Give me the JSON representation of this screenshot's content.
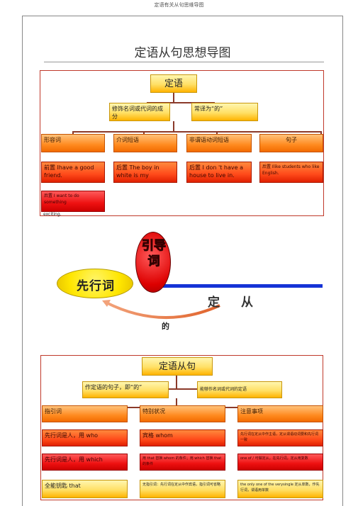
{
  "header": {
    "text": "定语有关从句思维导图"
  },
  "document": {
    "title": "定语从句思想导图"
  },
  "map1": {
    "root": "定语",
    "level1": [
      "修饰名词或代词的成分",
      "常译为“的”"
    ],
    "categories": [
      "形容词",
      "介词短语",
      "非谓语动词短语",
      "句子"
    ],
    "details": [
      "前置 Ihave a good friend.",
      "后置 The boy in white is my",
      "后置 I don 't have a house to live in.",
      "后置 Ilike students who like English."
    ],
    "extra_detail": "后置 I want to do something",
    "extra_overflow": "exciting."
  },
  "middle": {
    "yindaoci": "引导词",
    "xianxingci": "先行词",
    "dingcong": "定从",
    "de": "的"
  },
  "map2": {
    "root": "定语从句",
    "level1": [
      "作定语的句子，即“的”",
      "能够作名词或代词的定语"
    ],
    "categories": [
      "指引词",
      "特别状况",
      "注意事项"
    ],
    "rows": [
      [
        "先行词是人，用 who",
        "宾格 whom",
        "先行词在定从中作主语，定从谓语动词要和先行词一致"
      ],
      [
        "先行词是人，用 which",
        "用 that 替换 whom 的条件；用 which 替换 that 的条件",
        "one of / 可做定从，在先行词，定从用复数"
      ],
      [
        "全能钥匙 that",
        "无指引词：先行词在定从中作宾语，指引词可省略",
        "the only one of the  verysingle 定从单数，作先行词，谓语用单数"
      ]
    ]
  }
}
